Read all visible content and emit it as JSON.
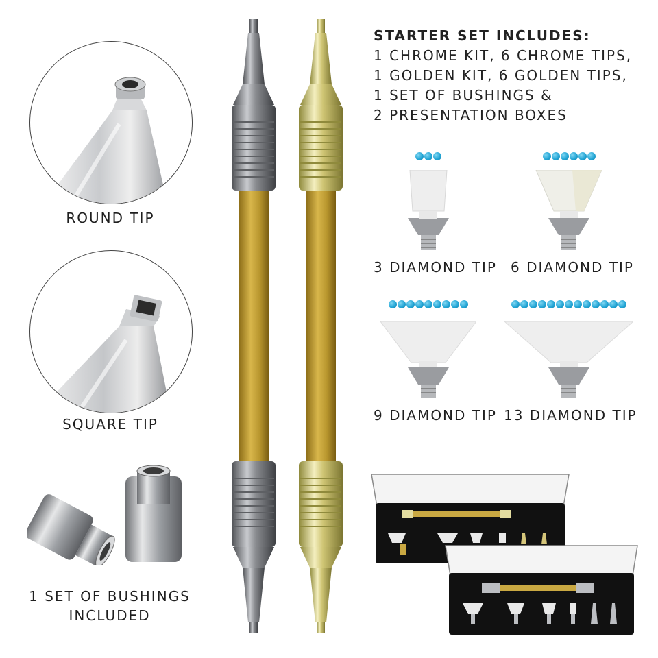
{
  "heading": {
    "title": "STARTER SET INCLUDES:",
    "lines": [
      "1 CHROME KIT, 6 CHROME TIPS,",
      "1 GOLDEN KIT, 6 GOLDEN TIPS,",
      "1 SET OF BUSHINGS &",
      "2 PRESENTATION BOXES"
    ]
  },
  "callouts": {
    "round_tip": "ROUND TIP",
    "square_tip": "SQUARE TIP",
    "bushings_line1": "1 SET OF BUSHINGS",
    "bushings_line2": "INCLUDED"
  },
  "tips": [
    {
      "label": "3 DIAMOND TIP",
      "beads": 3
    },
    {
      "label": "6 DIAMOND TIP",
      "beads": 6
    },
    {
      "label": "9 DIAMOND TIP",
      "beads": 9
    },
    {
      "label": "13 DIAMOND TIP",
      "beads": 13
    }
  ],
  "pens": [
    {
      "finish": "chrome"
    },
    {
      "finish": "gold"
    }
  ],
  "colors": {
    "bead": "#24a6d6",
    "chrome": "#8d8f93",
    "gold": "#d9cf86",
    "brass_barrel": "#b8962e",
    "box": "#111111"
  }
}
